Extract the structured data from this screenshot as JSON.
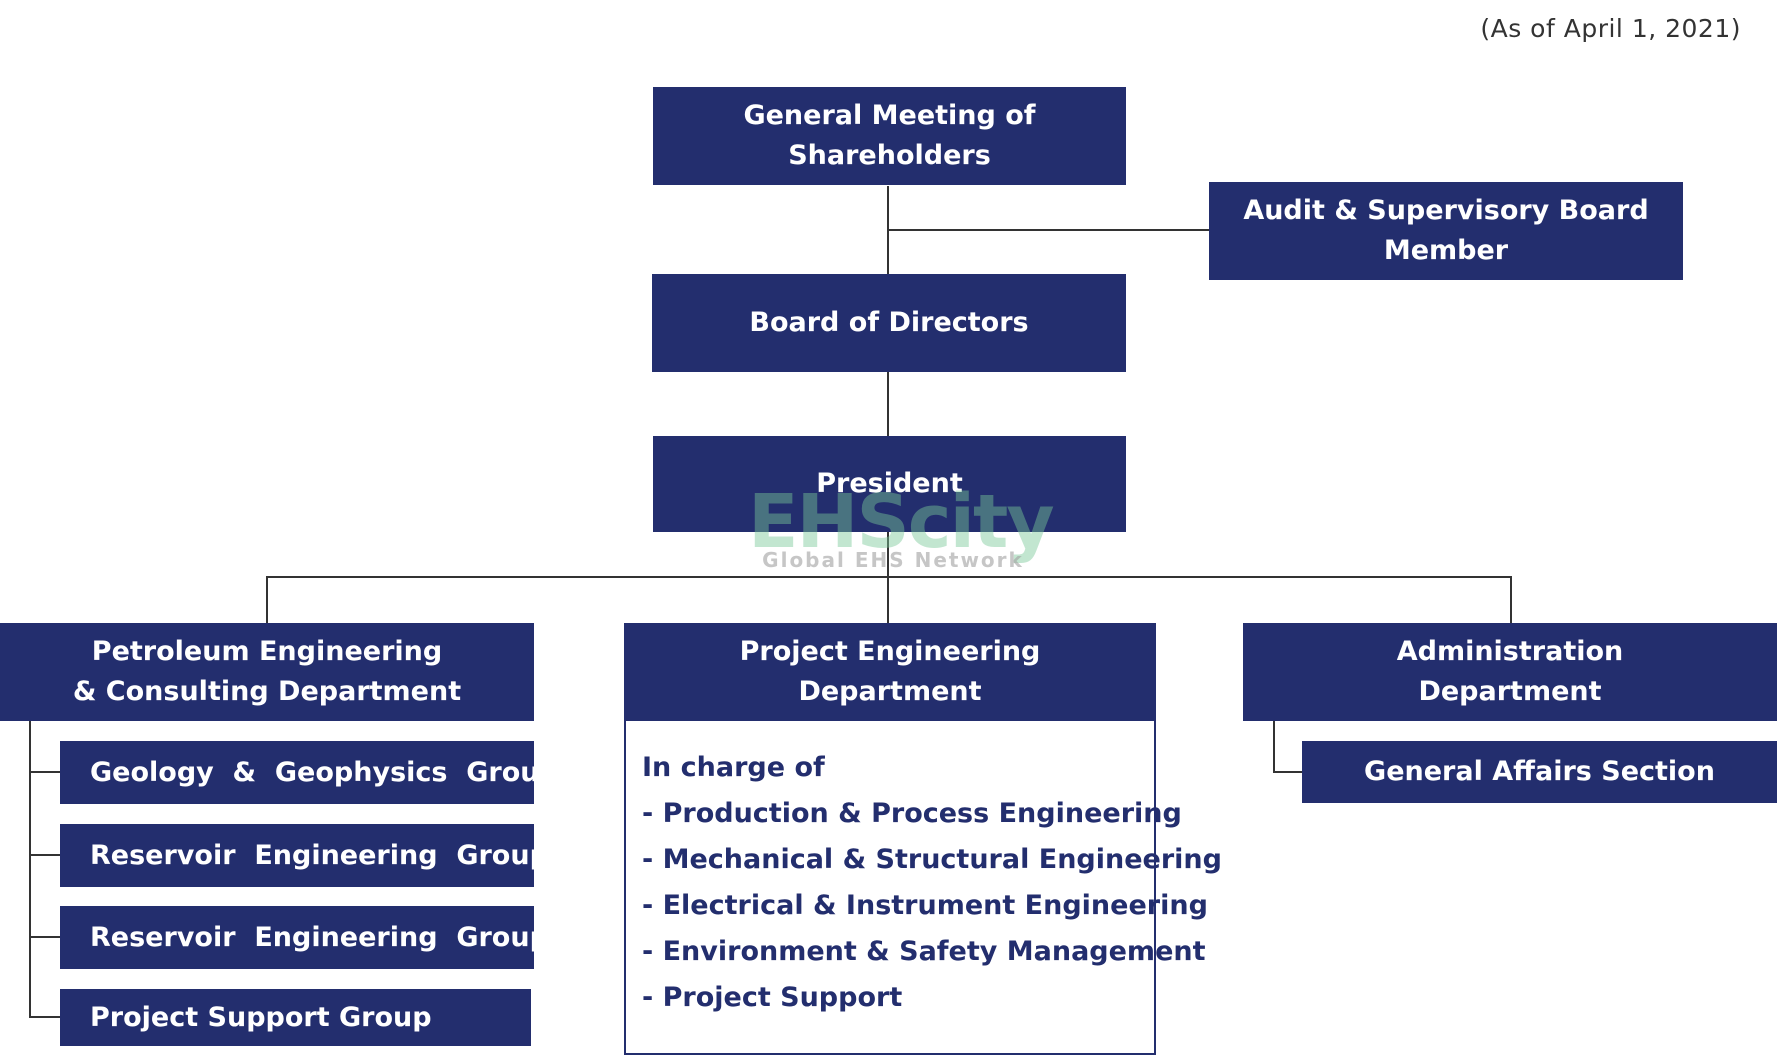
{
  "as_of": "(As of April 1, 2021)",
  "general_meeting": [
    "General Meeting of",
    "Shareholders"
  ],
  "audit_board": [
    "Audit & Supervisory Board",
    "Member"
  ],
  "board_of_directors": "Board of Directors",
  "president": "President",
  "departments": {
    "petroleum": {
      "title": [
        "Petroleum Engineering",
        "& Consulting Department"
      ],
      "groups": [
        "Geology  &  Geophysics  Group",
        "Reservoir  Engineering  Group I",
        "Reservoir  Engineering  Group II",
        "Project Support Group"
      ]
    },
    "project": {
      "title": [
        "Project Engineering",
        "Department"
      ],
      "charge_heading": "In charge of",
      "charges": [
        "- Production & Process Engineering",
        "- Mechanical & Structural Engineering",
        "- Electrical & Instrument Engineering",
        "- Environment & Safety Management",
        "- Project Support"
      ]
    },
    "administration": {
      "title": [
        "Administration",
        "Department"
      ],
      "sections": [
        "General Affairs Section"
      ]
    }
  },
  "watermark": {
    "main": "EHScity",
    "tagline": "Global EHS Network"
  },
  "colors": {
    "box": "#232e6e",
    "line": "#333333",
    "text_on_box": "#ffffff"
  }
}
